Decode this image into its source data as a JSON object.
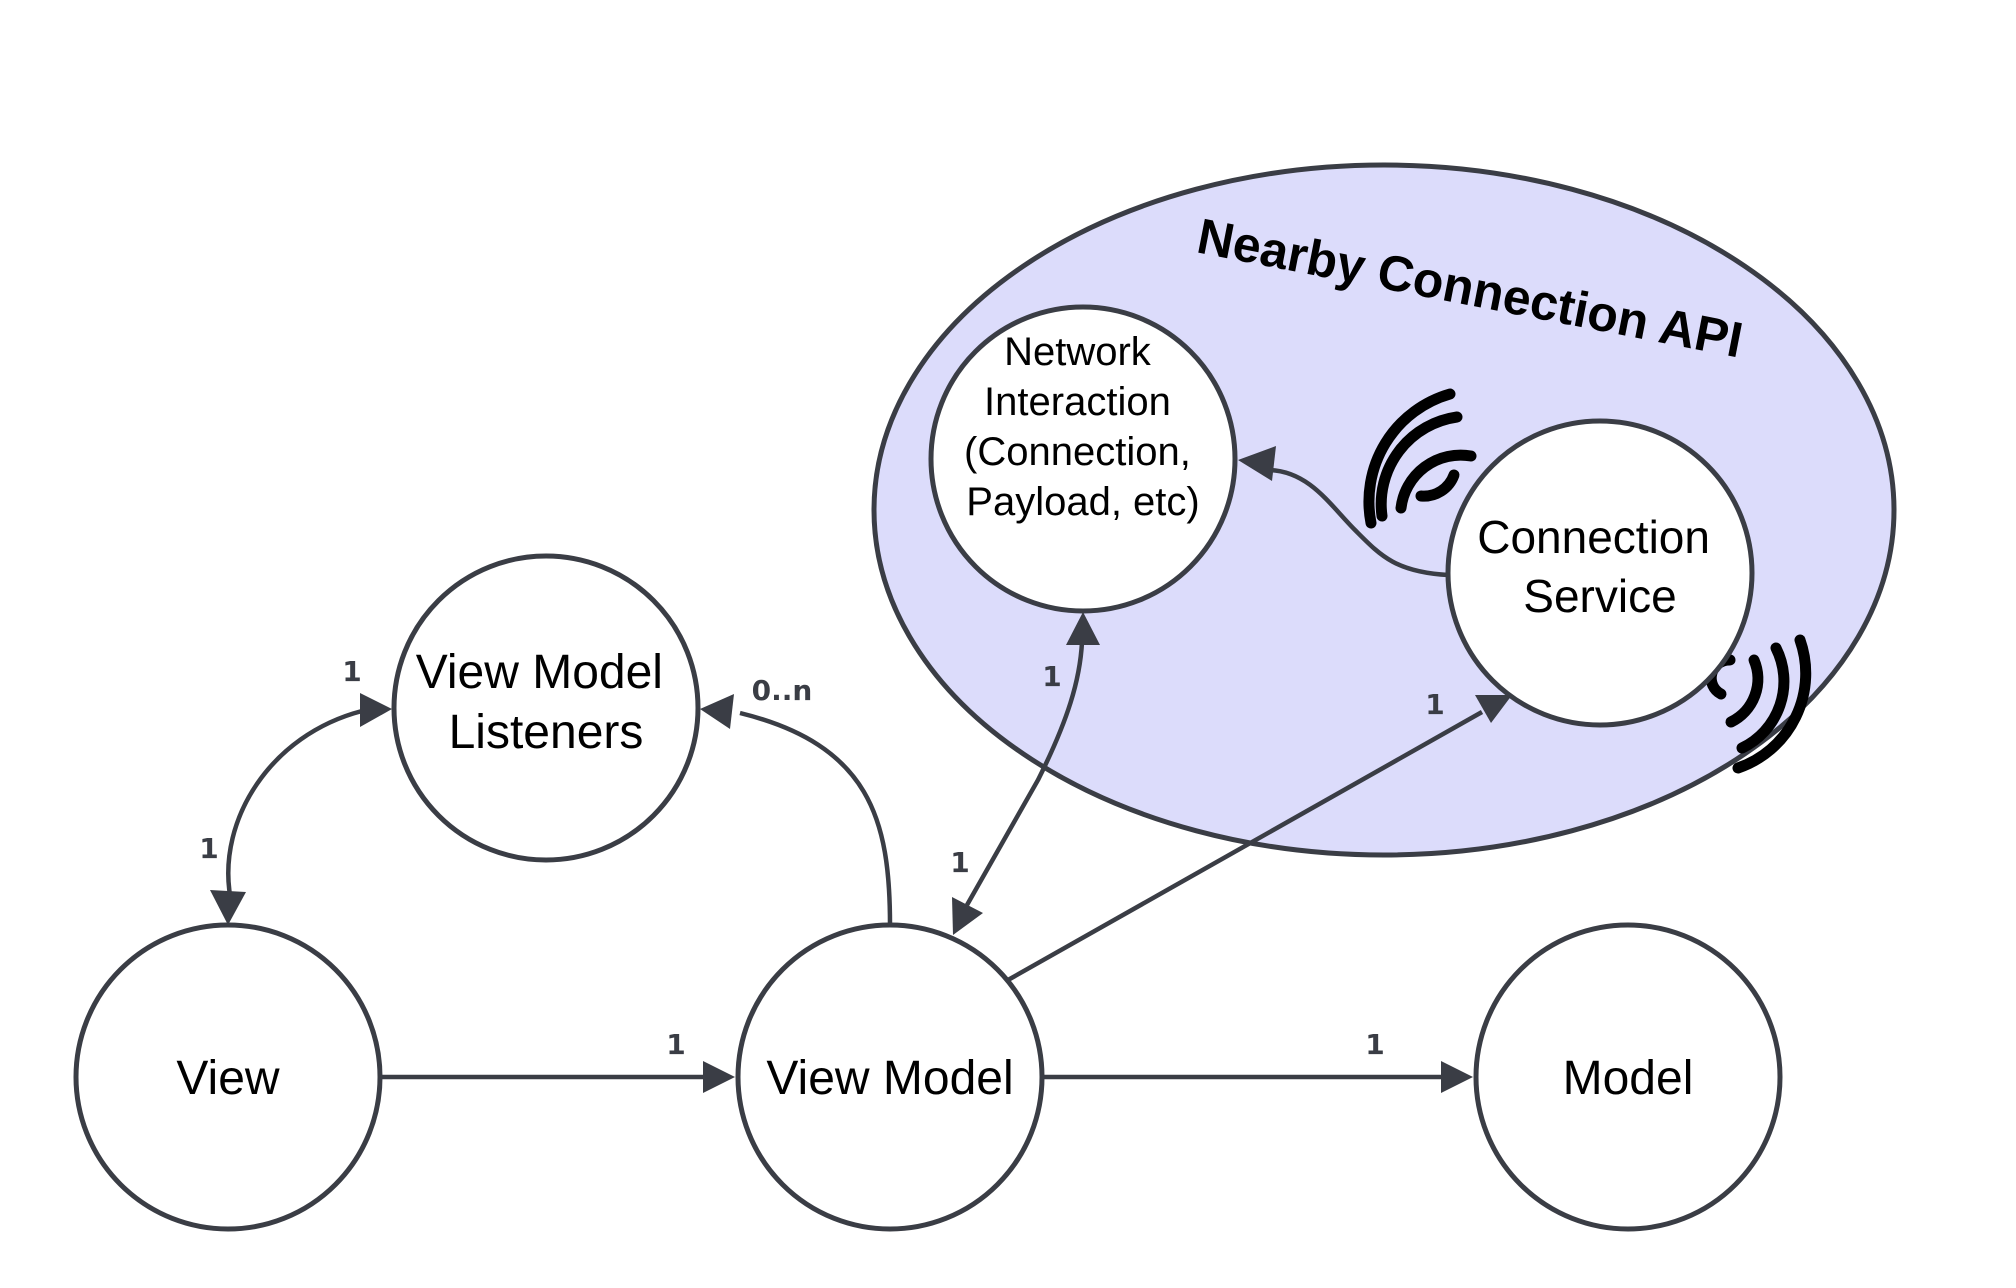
{
  "group": {
    "title": "Nearby Connection API"
  },
  "nodes": {
    "view": {
      "label_lines": [
        "View"
      ]
    },
    "view_model": {
      "label_lines": [
        "View Model"
      ]
    },
    "model": {
      "label_lines": [
        "Model"
      ]
    },
    "view_model_listeners": {
      "label_lines": [
        "View Model",
        "Listeners"
      ]
    },
    "network_interaction": {
      "label_lines": [
        "Network",
        "Interaction",
        "(Connection,",
        "Payload, etc)"
      ]
    },
    "connection_service": {
      "label_lines": [
        "Connection",
        "Service"
      ]
    }
  },
  "edges": [
    {
      "id": "view-to-viewmodel",
      "from": "View",
      "to": "View Model",
      "multiplicity": "1"
    },
    {
      "id": "viewmodel-to-model",
      "from": "View Model",
      "to": "Model",
      "multiplicity": "1"
    },
    {
      "id": "view-listeners",
      "from": "View",
      "to": "View Model Listeners",
      "multiplicity_view_end": "1",
      "multiplicity_listeners_end": "1"
    },
    {
      "id": "viewmodel-to-listeners",
      "from": "View Model",
      "to": "View Model Listeners",
      "multiplicity": "0..n"
    },
    {
      "id": "viewmodel-network",
      "from": "View Model",
      "to": "Network Interaction",
      "multiplicity_network_end": "1",
      "multiplicity_viewmodel_end": "1"
    },
    {
      "id": "viewmodel-to-connection-service",
      "from": "View Model",
      "to": "Connection Service",
      "multiplicity": "1"
    },
    {
      "id": "service-to-network",
      "from": "Connection Service",
      "to": "Network Interaction"
    }
  ],
  "icons": [
    "wireless-signal-icon",
    "wireless-signal-icon"
  ],
  "colors": {
    "stroke": "#3a3d45",
    "group_fill": "#dcdcfb",
    "background": "#ffffff"
  }
}
